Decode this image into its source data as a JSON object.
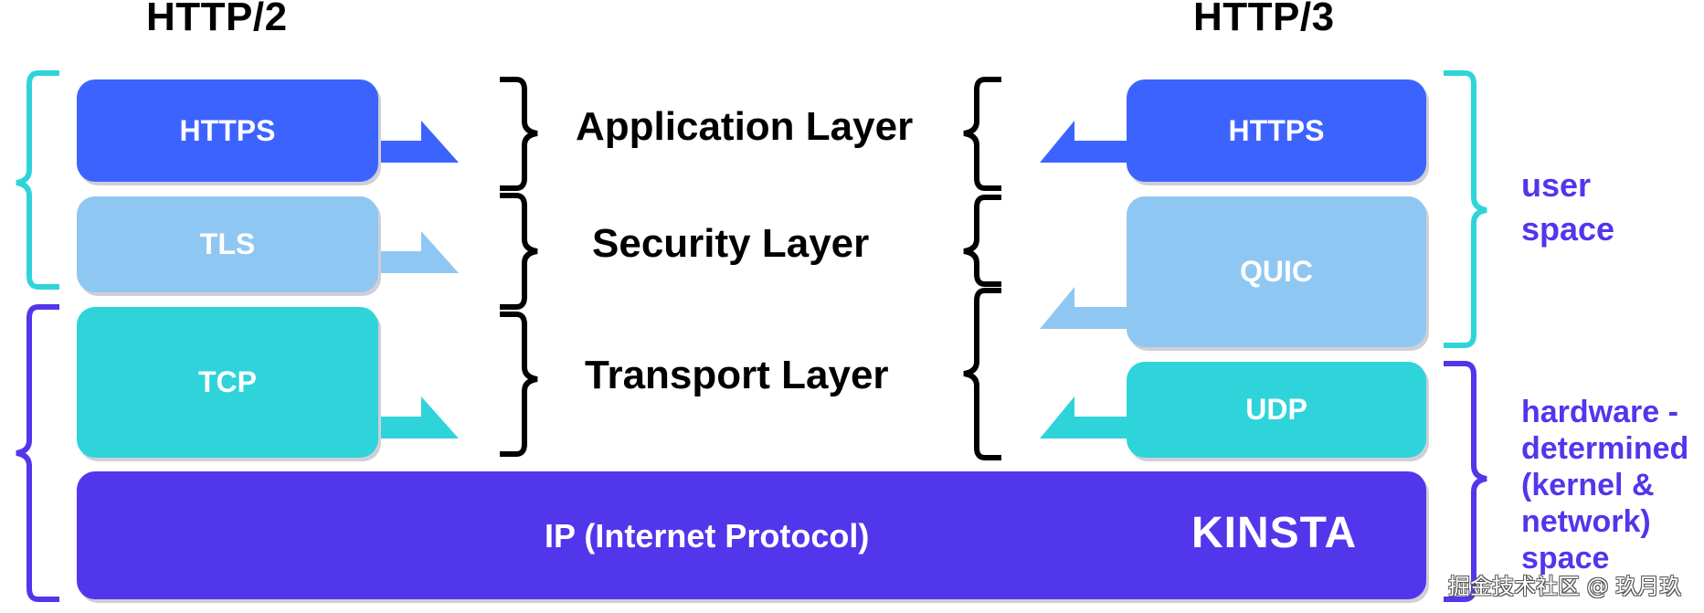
{
  "colors": {
    "https": "#3D63FF",
    "tls_quic": "#8FC7F3",
    "tcp_udp": "#2ED4DA",
    "ip": "#5236EB",
    "user_space_brace": "#2ED4DA",
    "hardware_brace": "#5236EB",
    "side_text": "#5236EB",
    "layer_text": "#000000"
  },
  "http2": {
    "title": "HTTP/2",
    "stack": [
      {
        "label": "HTTPS"
      },
      {
        "label": "TLS"
      },
      {
        "label": "TCP"
      }
    ]
  },
  "http3": {
    "title": "HTTP/3",
    "stack": [
      {
        "label": "HTTPS"
      },
      {
        "label": "QUIC"
      },
      {
        "label": "UDP"
      }
    ]
  },
  "layers": [
    {
      "label": "Application Layer"
    },
    {
      "label": "Security Layer"
    },
    {
      "label": "Transport Layer"
    }
  ],
  "ip_bar": {
    "label": "IP (Internet Protocol)",
    "logo": "KINSTA"
  },
  "side_labels": {
    "user_space": "user space",
    "user_space_lines": [
      "user",
      "space"
    ],
    "hardware_space": "hardware - determined (kernel & network) space",
    "hardware_space_lines": [
      "hardware -",
      "determined",
      "(kernel &",
      "network)",
      "space"
    ]
  },
  "watermark": "掘金技术社区 @ 玖月玖"
}
